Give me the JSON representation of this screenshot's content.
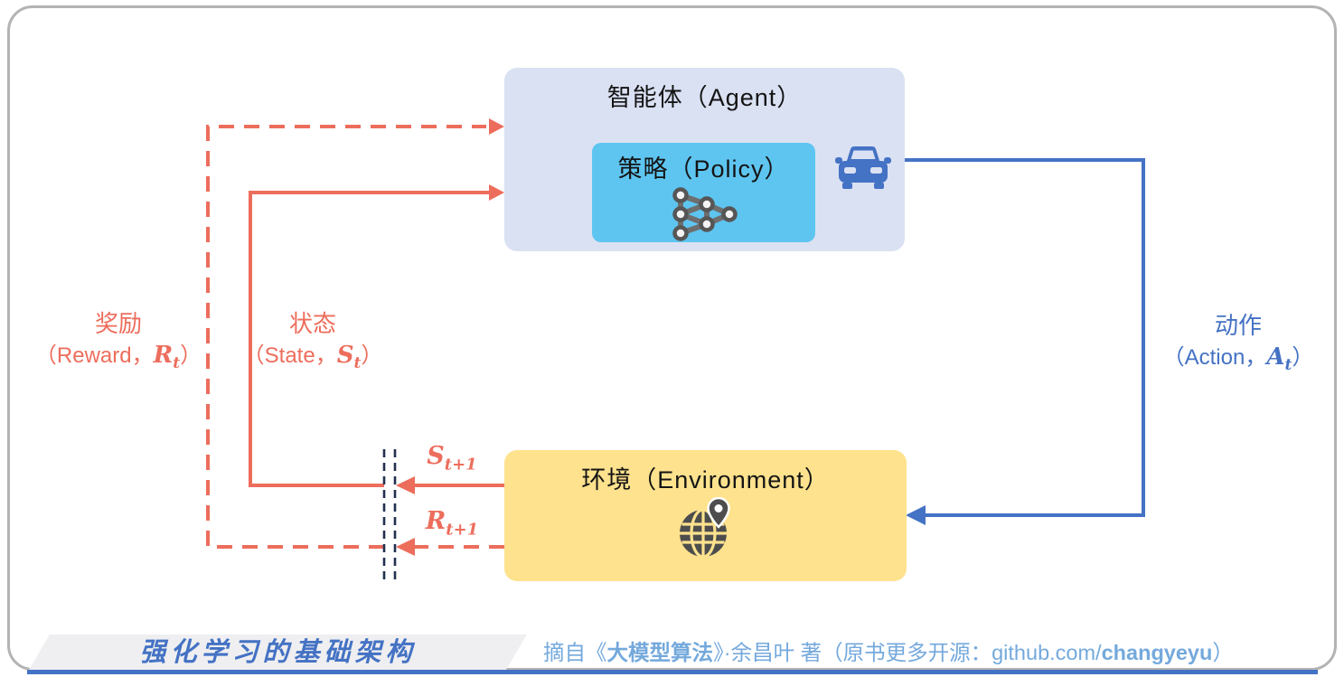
{
  "colors": {
    "red": "#ED6D5C",
    "blue": "#4472C4",
    "agent_fill": "#DAE1F3",
    "policy_fill": "#5EC5F0",
    "env_fill": "#FFE28E",
    "navy": "#22304F",
    "credit_blue": "#74A9DC",
    "icon_gray": "#4D4D4D",
    "band_gray": "#EFEFF1"
  },
  "agent": {
    "title": "智能体（Agent）",
    "policy_title": "策略（Policy）",
    "icons": {
      "policy_network": "neural-network-icon",
      "agent_avatar": "car-icon"
    }
  },
  "environment": {
    "title": "环境（Environment）",
    "icons": {
      "environment_avatar": "globe-location-icon"
    }
  },
  "labels": {
    "reward": {
      "cn": "奖励",
      "paren_open": "（Reward，",
      "symbol": "R",
      "subscript": "t",
      "paren_close": "）"
    },
    "state": {
      "cn": "状态",
      "paren_open": "（State，",
      "symbol": "S",
      "subscript": "t",
      "paren_close": "）"
    },
    "action": {
      "cn": "动作",
      "paren_open": "（Action，",
      "symbol": "A",
      "subscript": "t",
      "paren_close": "）"
    },
    "next_state": {
      "symbol": "S",
      "subscript": "t+1"
    },
    "next_reward": {
      "symbol": "R",
      "subscript": "t+1"
    }
  },
  "footer": {
    "caption": "强化学习的基础架构",
    "credit": {
      "p1": "摘自《",
      "p2": "大模型算法",
      "p3": "》·余昌叶 著（原书更多开源：github.com/",
      "p4": "changyeyu",
      "p5": "）"
    }
  }
}
